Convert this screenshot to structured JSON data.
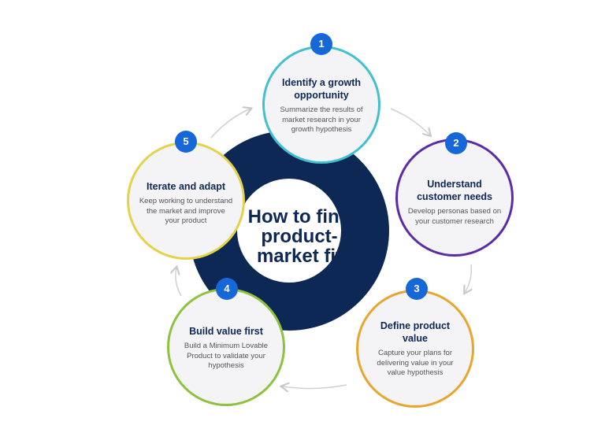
{
  "center": {
    "title_lines": [
      "How to find",
      "product-",
      "market fit"
    ]
  },
  "colors": {
    "navy": "#0d2855",
    "badge": "#1667d8",
    "step1_border": "#43c0ce",
    "step2_border": "#5a2ca8",
    "step3_border": "#e8a62e",
    "step4_border": "#8fc23e",
    "step5_border": "#e4d24a"
  },
  "steps": [
    {
      "number": "1",
      "title": "Identify a growth opportunity",
      "description": "Summarize the results of market research in your growth hypothesis"
    },
    {
      "number": "2",
      "title": "Understand customer needs",
      "description": "Develop personas based on your customer research"
    },
    {
      "number": "3",
      "title": "Define product value",
      "description": "Capture your plans for delivering value in your value hypothesis"
    },
    {
      "number": "4",
      "title": "Build value first",
      "description": "Build a Minimum Lovable Product to validate your hypothesis"
    },
    {
      "number": "5",
      "title": "Iterate and adapt",
      "description": "Keep working to understand the market and improve your product"
    }
  ]
}
